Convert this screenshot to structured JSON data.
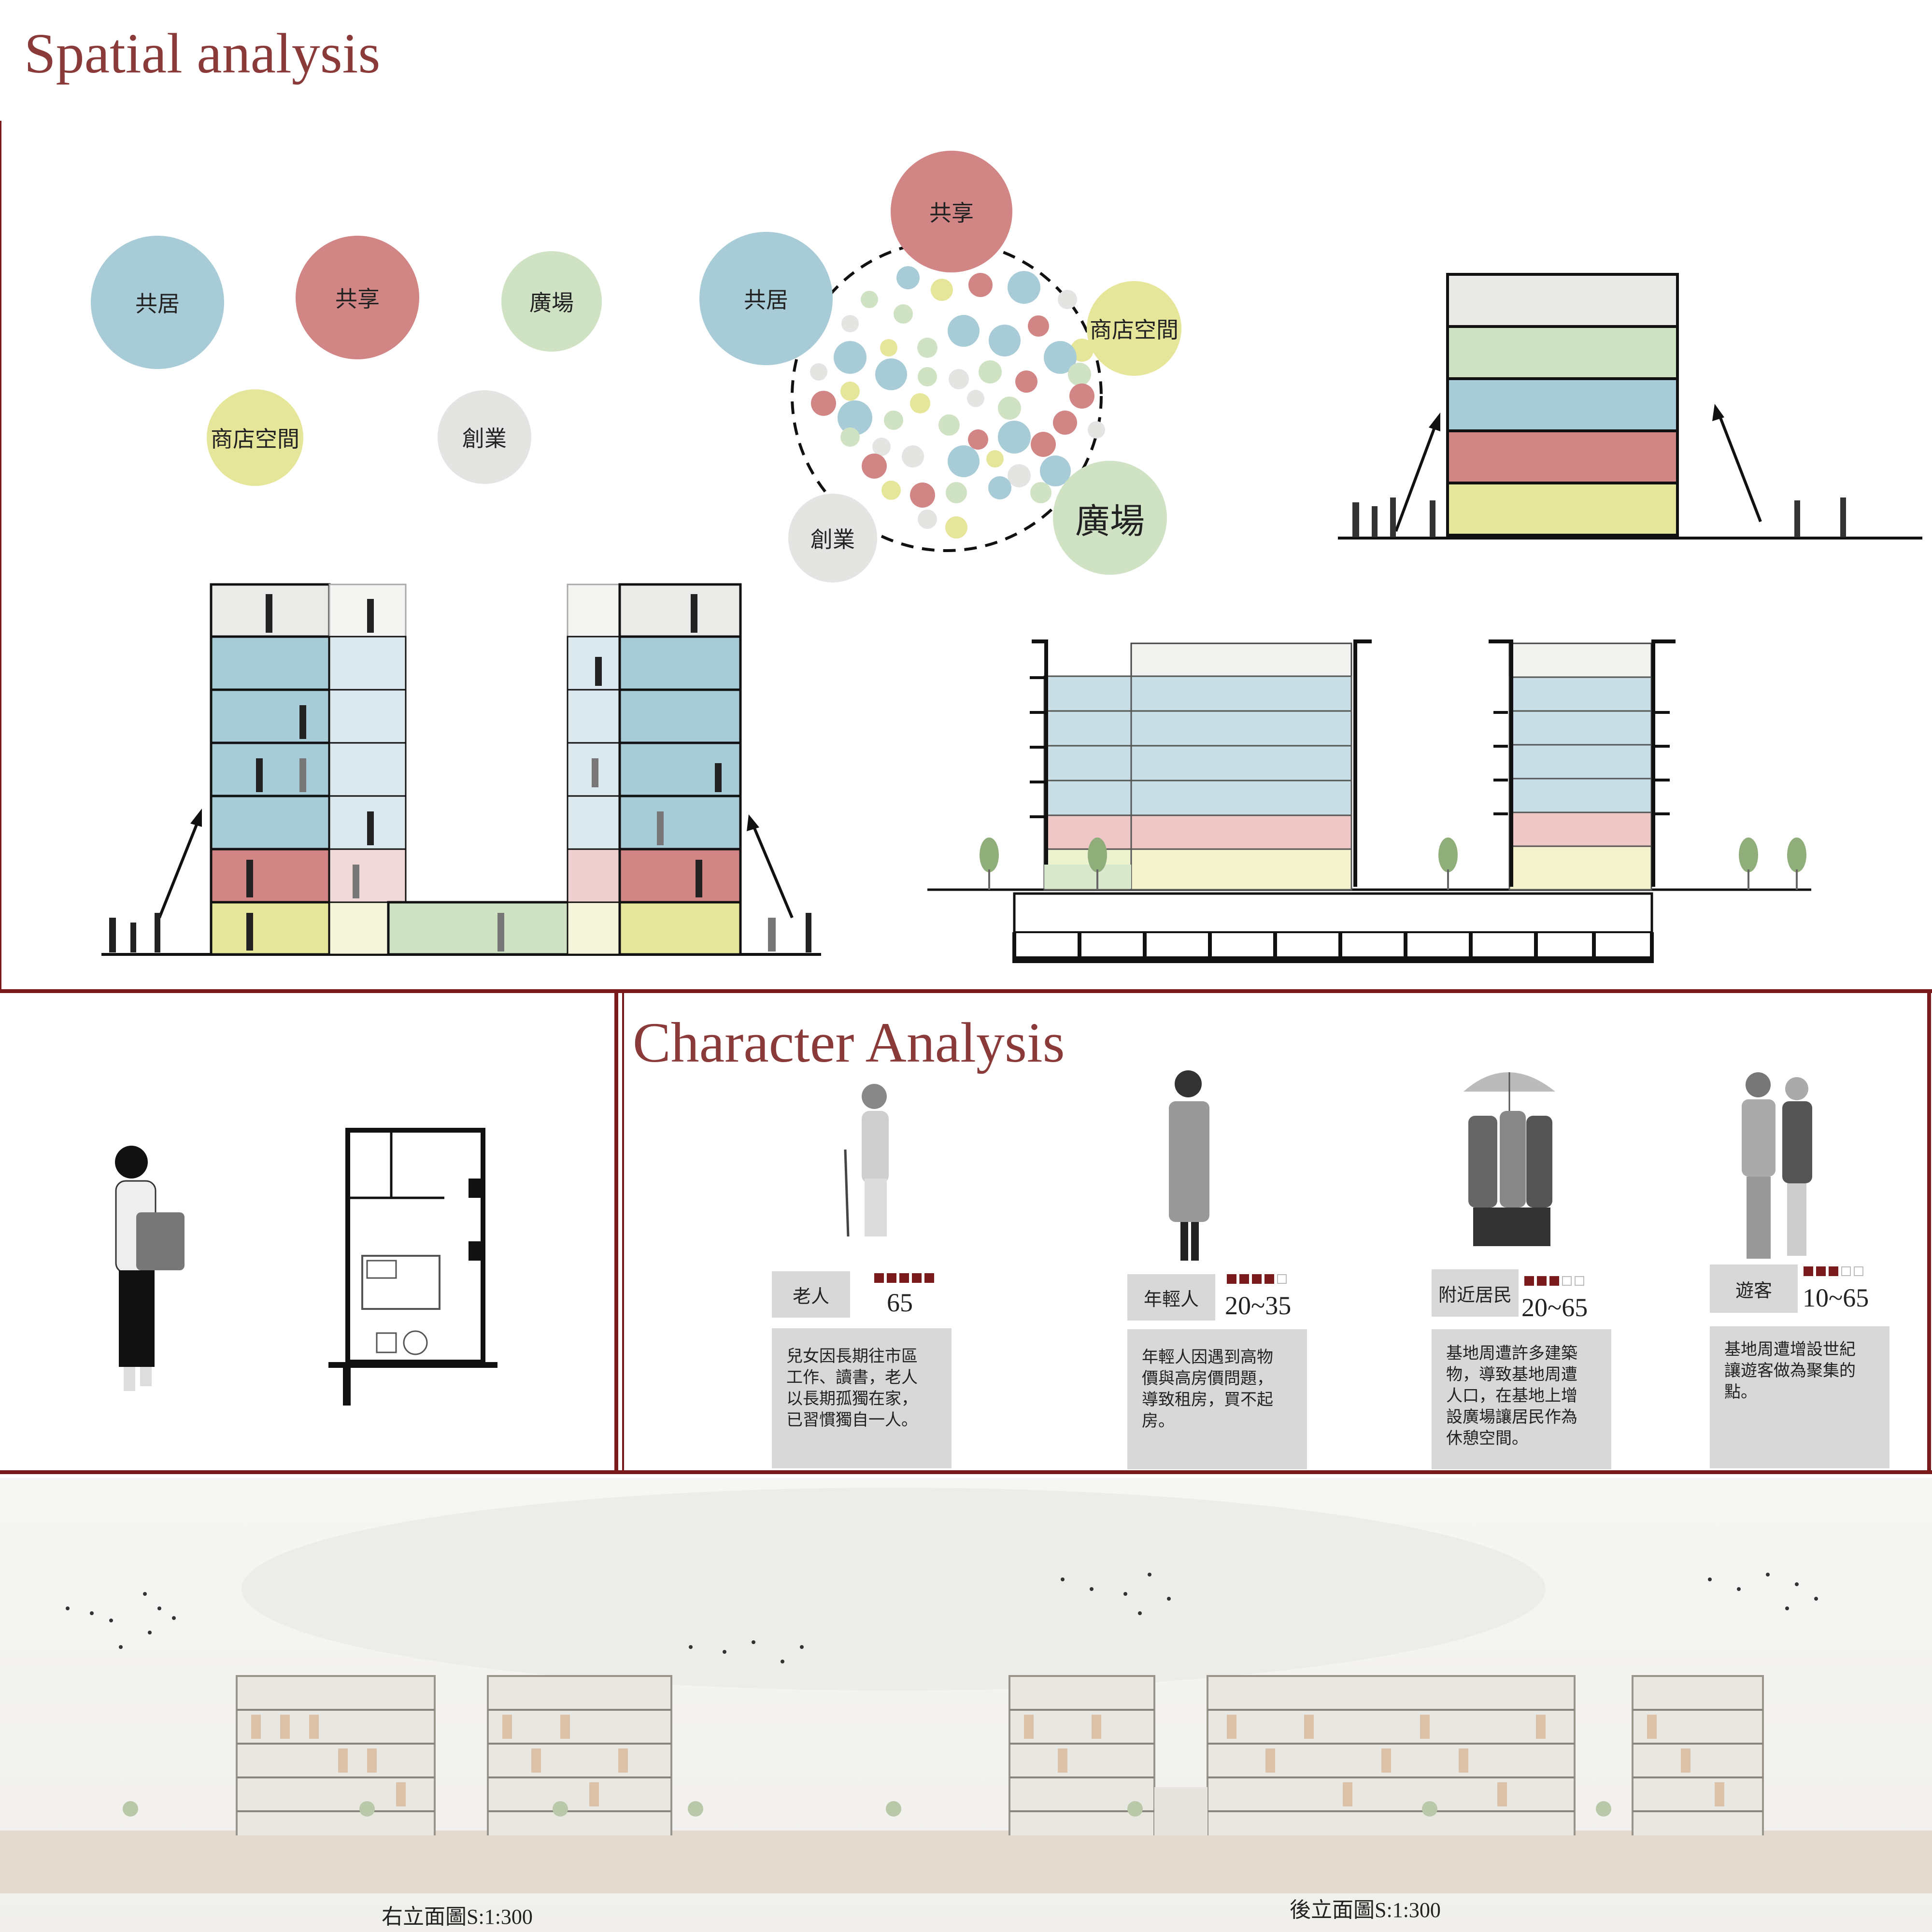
{
  "spatial": {
    "title": "Spatial analysis",
    "bubbles": [
      "共居",
      "共享",
      "廣場",
      "商店空間",
      "創業"
    ],
    "cluster_bubbles": {
      "share": "共享",
      "cohabit": "共居",
      "shop": "商店空間",
      "plaza": "廣場",
      "startup": "創業"
    }
  },
  "character": {
    "title": "Character Analysis",
    "cards": [
      {
        "name": "老人",
        "age": "65",
        "rating": 5,
        "desc": [
          "兒女因長期往市區",
          "工作、讀書，老人",
          "以長期孤獨在家，",
          "已習慣獨自一人。"
        ]
      },
      {
        "name": "年輕人",
        "age": "20~35",
        "rating": 4,
        "desc": [
          "年輕人因遇到高物",
          "價與高房價問題，",
          "導致租房，買不起",
          "房。"
        ]
      },
      {
        "name": "附近居民",
        "age": "20~65",
        "rating": 3,
        "desc": [
          "基地周遭許多建築",
          "物，導致基地周遭",
          "人口，在基地上增",
          "設廣場讓居民作為",
          "休憩空間。"
        ]
      },
      {
        "name": "遊客",
        "age": "10~65",
        "rating": 3,
        "desc": [
          "基地周遭增設世紀",
          "讓遊客做為聚集的",
          "點。"
        ]
      }
    ]
  },
  "elevations": {
    "right_caption": "右立面圖S:1:300",
    "rear_caption": "後立面圖S:1:300"
  },
  "colors": {
    "accent": "#8b3a3a",
    "frame": "#7a1a1a",
    "blue": "#a8ccd7",
    "red": "#d28585",
    "green": "#cfe3c4",
    "yellow": "#e6e69a",
    "grey": "#e4e4e2"
  }
}
